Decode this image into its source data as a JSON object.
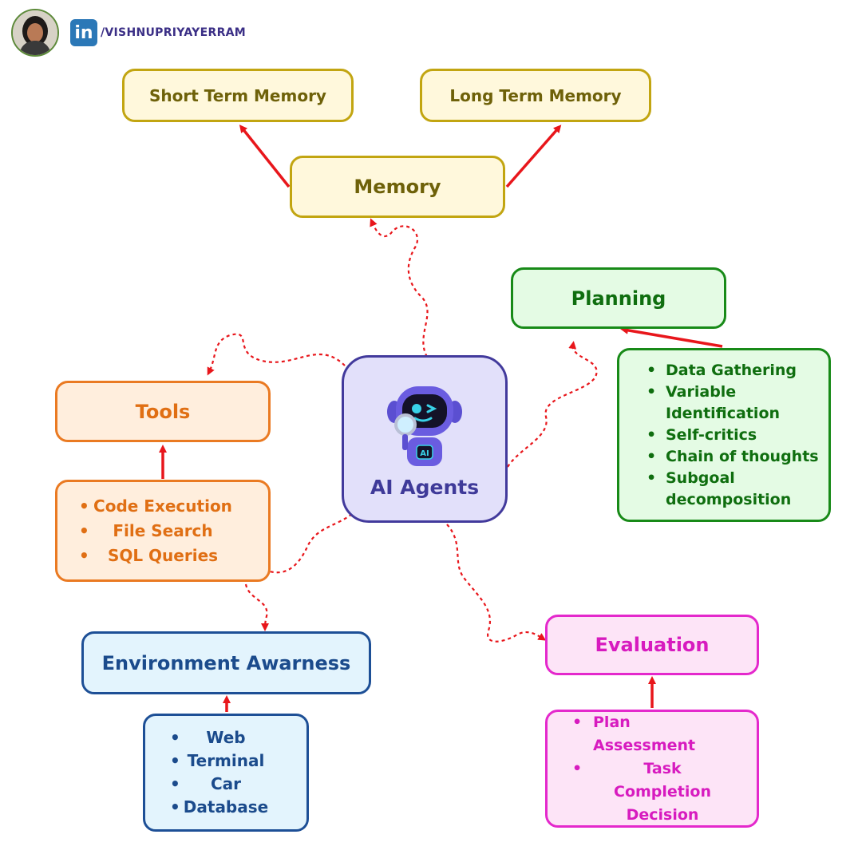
{
  "header": {
    "handle": "/VISHNUPRIYAYERRAM",
    "linkedin_logo": "in"
  },
  "center": {
    "label": "AI Agents",
    "badge": "AI"
  },
  "memory": {
    "title": "Memory",
    "short_term": "Short Term Memory",
    "long_term": "Long Term Memory"
  },
  "planning": {
    "title": "Planning",
    "items": [
      "Data Gathering",
      "Variable Identification",
      "Self-critics",
      "Chain of thoughts",
      "Subgoal decomposition"
    ]
  },
  "tools": {
    "title": "Tools",
    "items": [
      "Code Execution",
      "File Search",
      "SQL Queries"
    ]
  },
  "environment": {
    "title": "Environment Awarness",
    "items": [
      "Web",
      "Terminal",
      "Car",
      "Database"
    ]
  },
  "evaluation": {
    "title": "Evaluation",
    "items": [
      "Plan Assessment",
      "Task Completion Decision"
    ]
  },
  "colors": {
    "arrow": "#e8161b",
    "yellow": "#c2a511",
    "green": "#188a18",
    "orange": "#ea7a22",
    "blue": "#1d4f96",
    "pink": "#e428cc",
    "purple": "#423a9c"
  },
  "icons": [
    "avatar-icon",
    "linkedin-icon",
    "robot-icon"
  ]
}
